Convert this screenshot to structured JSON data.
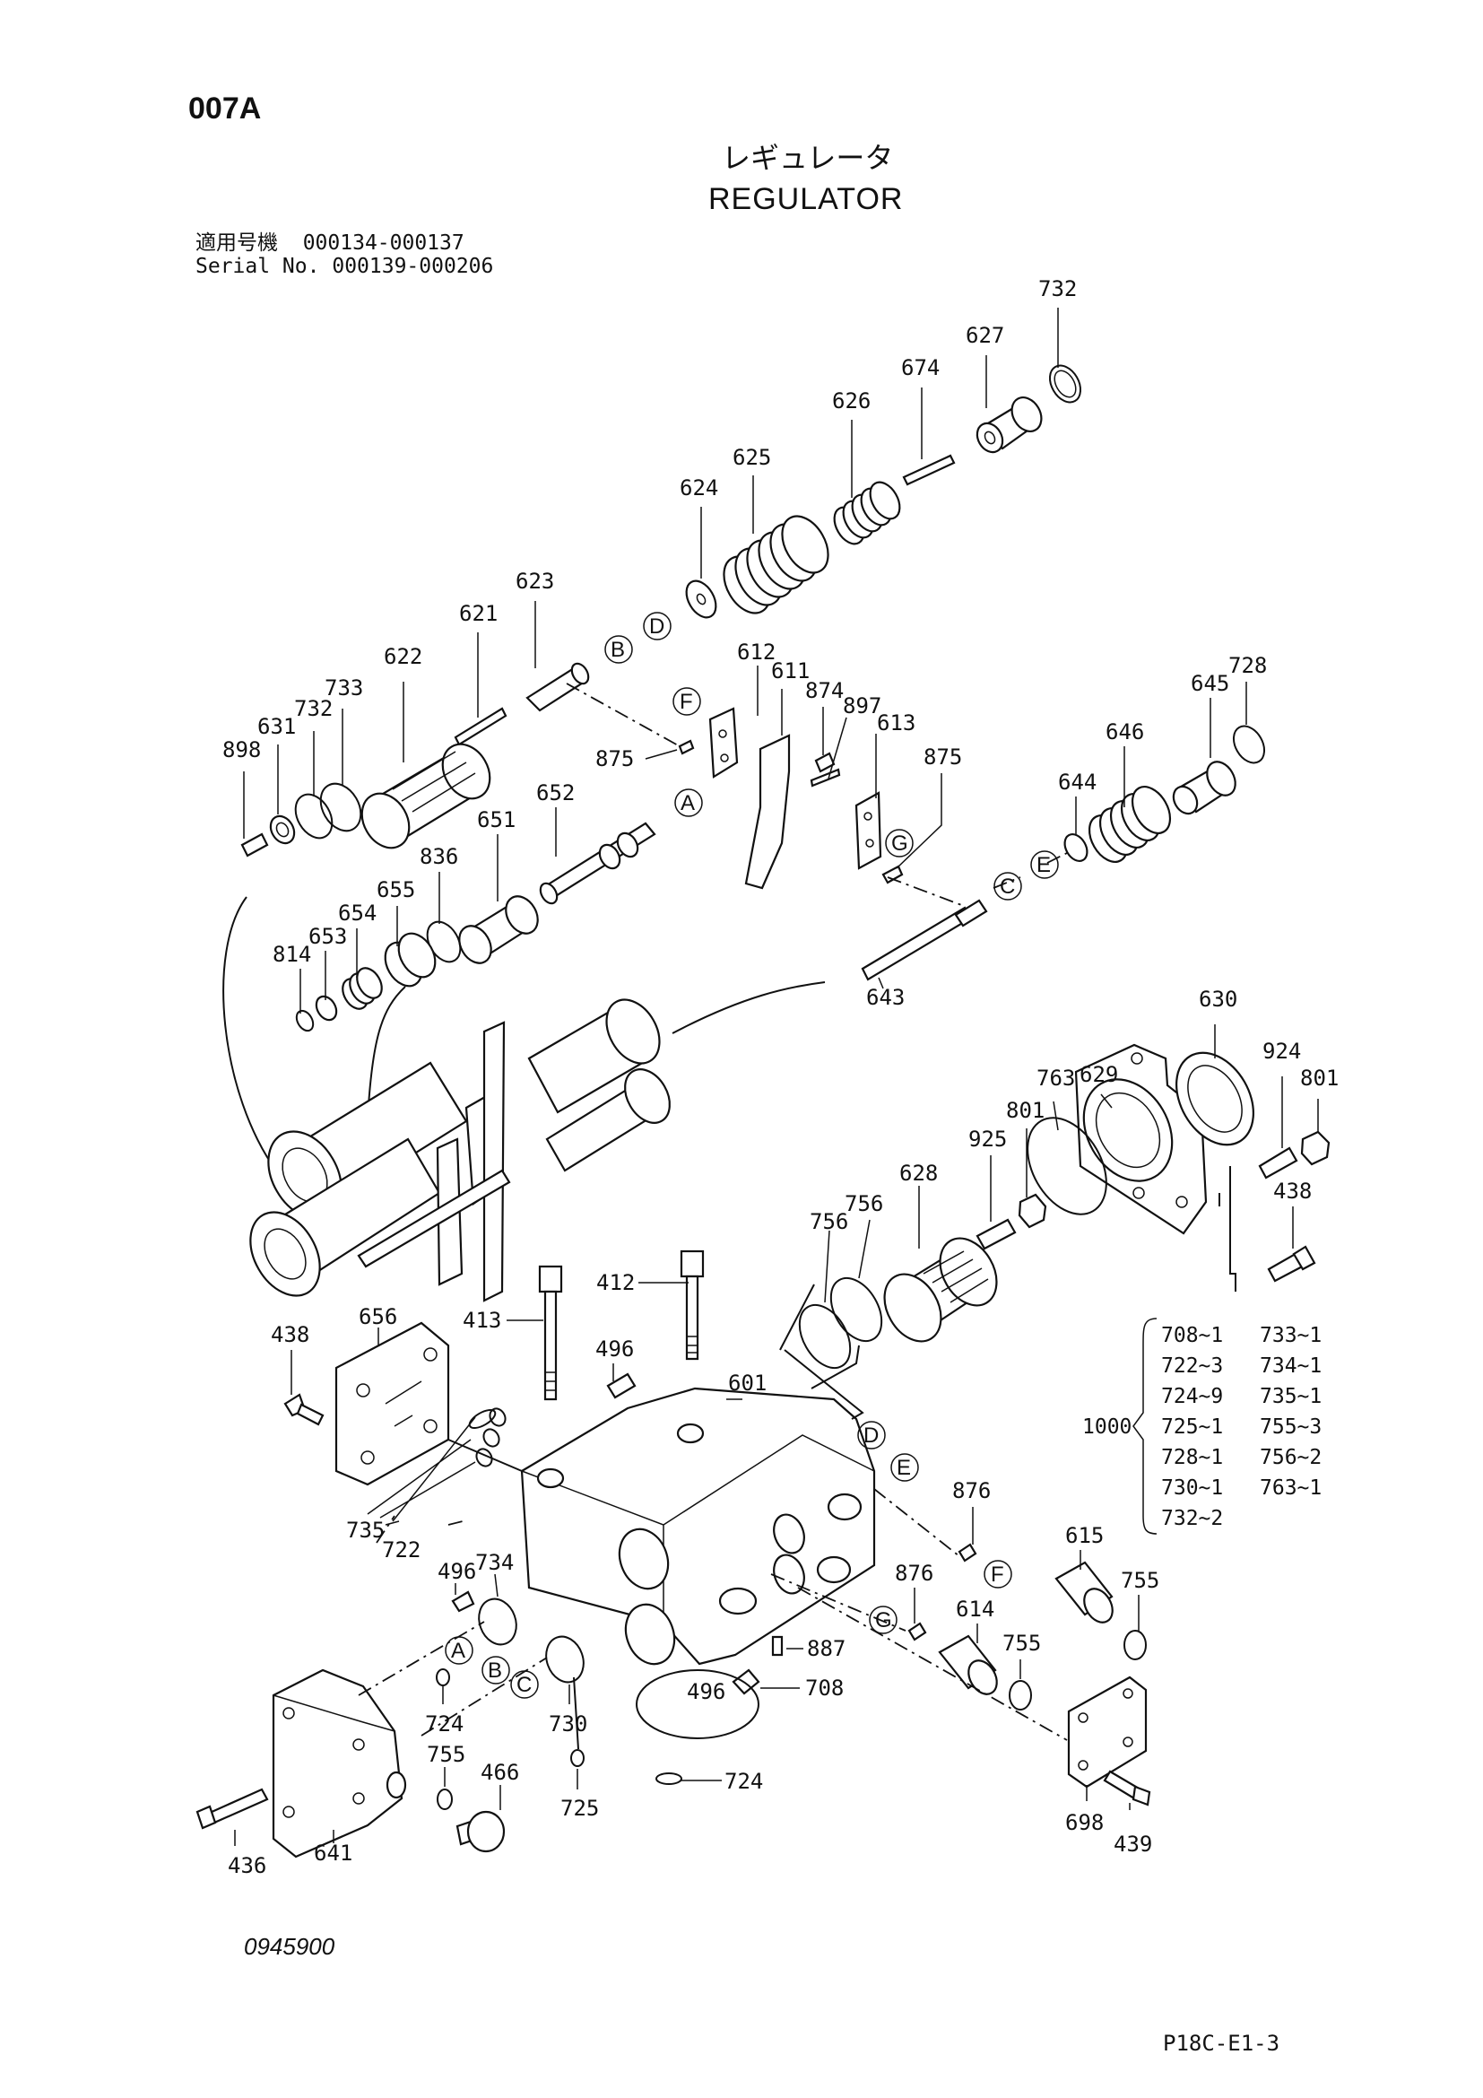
{
  "header": {
    "page_id": "007A",
    "title_jp": "レギュレータ",
    "title_en": "REGULATOR",
    "serial_jp_label": "適用号機",
    "serial_jp_value": "000134-000137",
    "serial_label": "Serial No.",
    "serial_value": "000139-000206"
  },
  "footer": {
    "drawing_number": "0945900",
    "page_code": "P18C-E1-3"
  },
  "part_labels": {
    "p732a": "732",
    "p627": "627",
    "p674": "674",
    "p626": "626",
    "p625": "625",
    "p624": "624",
    "p623": "623",
    "p621": "621",
    "p622": "622",
    "p733a": "733",
    "p732b": "732",
    "p631": "631",
    "p898": "898",
    "p612": "612",
    "p611": "611",
    "p874": "874",
    "p897": "897",
    "p613": "613",
    "p875a": "875",
    "p875b": "875",
    "p652": "652",
    "p651": "651",
    "p836": "836",
    "p655": "655",
    "p654": "654",
    "p653": "653",
    "p814": "814",
    "p728": "728",
    "p645": "645",
    "p646": "646",
    "p644": "644",
    "p643": "643",
    "p630": "630",
    "p629": "629",
    "p763": "763",
    "p924": "924",
    "p801a": "801",
    "p801b": "801",
    "p925": "925",
    "p438a": "438",
    "p628": "628",
    "p756a": "756",
    "p756b": "756",
    "p412": "412",
    "p413": "413",
    "p438b": "438",
    "p656": "656",
    "p496a": "496",
    "p601": "601",
    "p735": "735",
    "p722": "722",
    "p734": "734",
    "p496b": "496",
    "p876a": "876",
    "p876b": "876",
    "p615": "615",
    "p755a": "755",
    "p614": "614",
    "p755b": "755",
    "p887": "887",
    "p708": "708",
    "p496c": "496",
    "p724a": "724",
    "p730": "730",
    "p724b": "724",
    "p725": "725",
    "p755c": "755",
    "p466": "466",
    "p698": "698",
    "p439": "439",
    "p436": "436",
    "p641": "641"
  },
  "callout_letters": {
    "A": "A",
    "B": "B",
    "C": "C",
    "D": "D",
    "E": "E",
    "F": "F",
    "G": "G"
  },
  "kit": {
    "number": "1000",
    "items": [
      [
        "708~1",
        "733~1"
      ],
      [
        "722~3",
        "734~1"
      ],
      [
        "724~9",
        "735~1"
      ],
      [
        "725~1",
        "755~3"
      ],
      [
        "728~1",
        "756~2"
      ],
      [
        "730~1",
        "763~1"
      ],
      [
        "732~2",
        ""
      ]
    ]
  }
}
